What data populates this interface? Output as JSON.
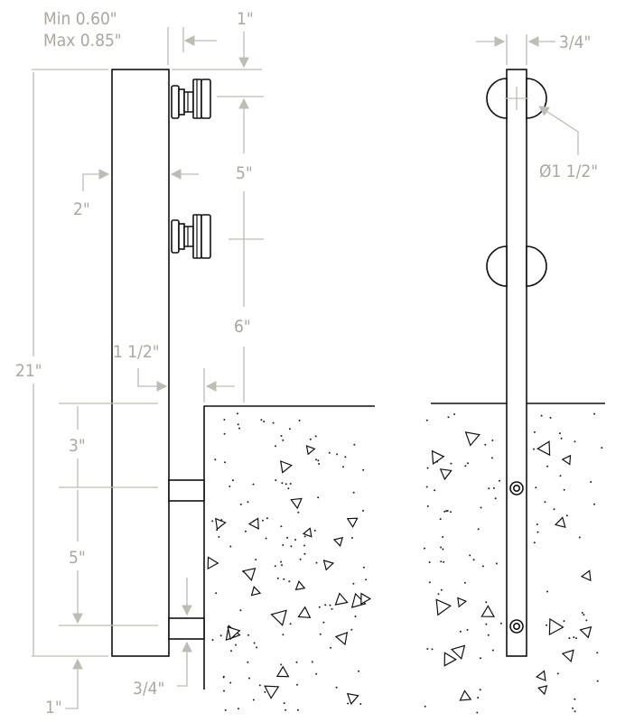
{
  "labels": {
    "thickness_min": "Min 0.60\"",
    "thickness_max": "Max 0.85\"",
    "top_offset": "1\"",
    "side_width": "3/4\"",
    "hole_spacing": "5\"",
    "post_width": "2\"",
    "hole_to_grade": "6\"",
    "grade_clearance": "1 1/2\"",
    "overall_height": "21\"",
    "upper_embed": "3\"",
    "anchor_spacing": "5\"",
    "bottom_offset": "1\"",
    "anchor_bar": "3/4\"",
    "hole_diameter": "Ø1 1/2\""
  },
  "colors": {
    "dimension": "#a9a9a0",
    "object": "#111111"
  }
}
